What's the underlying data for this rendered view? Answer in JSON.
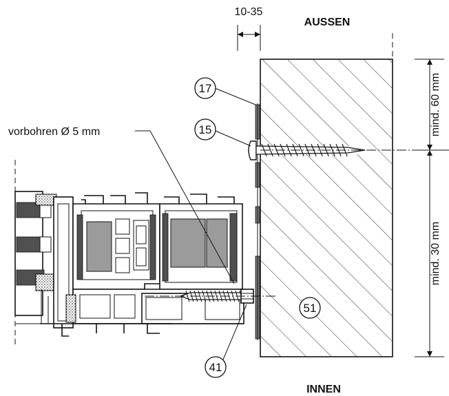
{
  "labels": {
    "outside": "AUSSEN",
    "inside": "INNEN",
    "predrill": "vorbohren Ø 5 mm",
    "gap_dim": "10-35",
    "min_top": "mind. 60 mm",
    "min_bottom": "mind. 30 mm"
  },
  "callouts": {
    "c17": "17",
    "c15": "15",
    "c41": "41",
    "c51": "51"
  }
}
